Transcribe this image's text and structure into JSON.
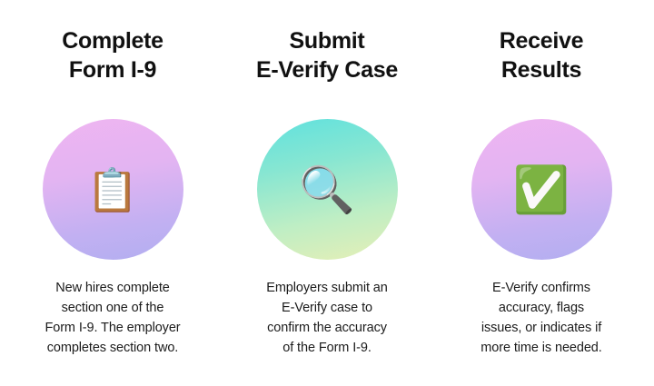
{
  "background_color": "#ffffff",
  "text_color": "#111111",
  "steps": [
    {
      "title": "Complete\nForm I-9",
      "icon_name": "clipboard-icon",
      "icon_glyph": "📋",
      "circle_gradient_from": "#efb5f1",
      "circle_gradient_to": "#b2aef0",
      "body": "New hires complete\nsection one of the\nForm I-9. The employer\ncompletes section two."
    },
    {
      "title": "Submit\nE-Verify Case",
      "icon_name": "magnifying-glass-icon",
      "icon_glyph": "🔍",
      "circle_gradient_from": "#5fe1de",
      "circle_gradient_to": "#e6efb6",
      "body": "Employers submit an\nE-Verify case to\nconfirm the accuracy\nof the Form I-9."
    },
    {
      "title": "Receive\nResults",
      "icon_name": "green-check-mark-icon",
      "icon_glyph": "✅",
      "circle_gradient_from": "#efb5f1",
      "circle_gradient_to": "#b2aef0",
      "body": "E-Verify confirms\naccuracy, flags\nissues, or indicates if\nmore time is needed."
    }
  ]
}
